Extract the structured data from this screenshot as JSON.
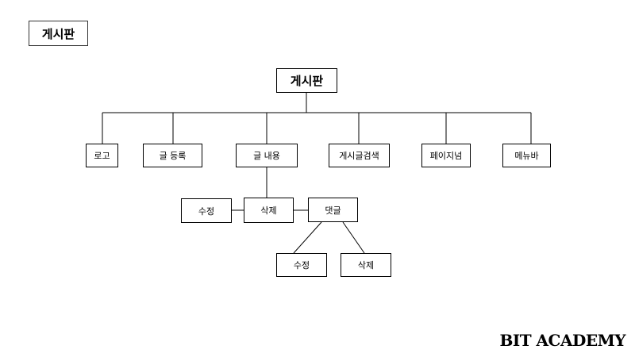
{
  "page_title": "게시판",
  "root": "게시판",
  "level1": [
    "로고",
    "글 등록",
    "글 내용",
    "게시글검색",
    "페이지넘",
    "메뉴바"
  ],
  "content_children": {
    "left": "수정",
    "center": "삭제",
    "right": "댓글"
  },
  "comment_children": [
    "수정",
    "삭제"
  ],
  "brand": "BIT ACADEMY"
}
